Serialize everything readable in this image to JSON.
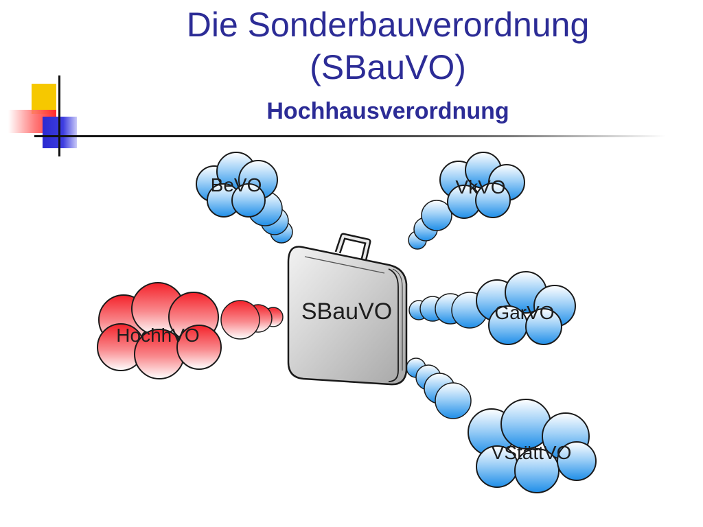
{
  "header": {
    "title_line1": "Die Sonderbauverordnung",
    "title_line2": "(SBauVO)",
    "subtitle": "Hochhausverordnung"
  },
  "diagram": {
    "center": {
      "label": "SBauVO",
      "icon": "suitcase-icon"
    },
    "clouds": [
      {
        "id": "bevo",
        "label": "BeVO",
        "highlighted": false
      },
      {
        "id": "vkvo",
        "label": "VkVO",
        "highlighted": false
      },
      {
        "id": "garvo",
        "label": "GarVO",
        "highlighted": false
      },
      {
        "id": "vstattvo",
        "label": "VStättVO",
        "highlighted": false
      },
      {
        "id": "hochhvo",
        "label": "HochhVO",
        "highlighted": true
      }
    ]
  },
  "colors": {
    "title": "#2c2c96",
    "cloud_blue_light": "#ffffff",
    "cloud_blue_dark": "#1f8ee8",
    "cloud_red_dark": "#f4222a",
    "outline": "#1a1a1a"
  }
}
